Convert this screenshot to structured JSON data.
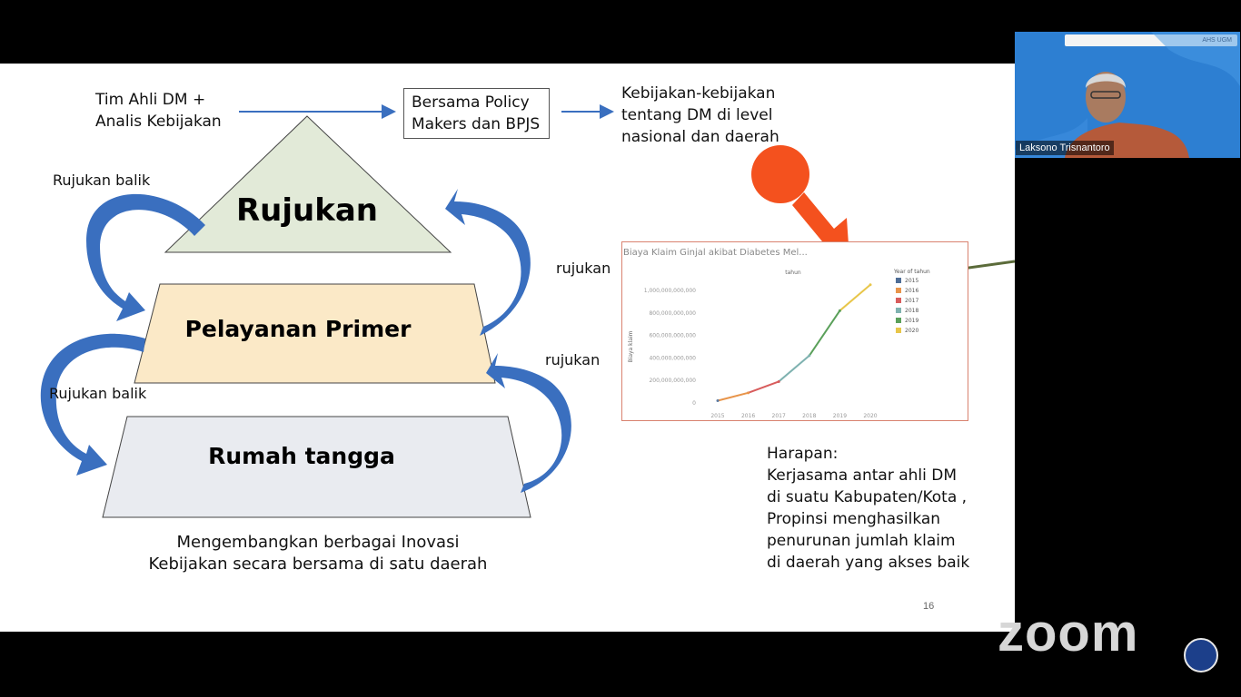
{
  "slide": {
    "top_left_label": [
      "Tim Ahli DM +",
      "Analis Kebijakan"
    ],
    "policy_box": [
      "Bersama Policy",
      "Makers dan BPJS"
    ],
    "policy_outcome": [
      "Kebijakan-kebijakan",
      "tentang DM di level",
      "nasional dan daerah"
    ],
    "pyramid": {
      "top": "Rujukan",
      "middle": "Pelayanan Primer",
      "bottom": "Rumah tangga"
    },
    "arrows": {
      "left_upper": "Rujukan balik",
      "left_lower": "Rujukan balik",
      "right_upper": "rujukan",
      "right_lower": "rujukan"
    },
    "bottom_text": [
      "Mengembangkan berbagai Inovasi",
      "Kebijakan secara bersama di satu daerah"
    ],
    "hope_text": [
      "Harapan:",
      "Kerjasama antar ahli DM",
      "di suatu Kabupaten/Kota ,",
      "Propinsi menghasilkan",
      "penurunan jumlah klaim",
      "di daerah yang akses baik"
    ],
    "page_number": "16"
  },
  "chart_data": {
    "type": "line",
    "title": "Biaya Klaim Ginjal akibat Diabetes Mel...",
    "xlabel": "tahun",
    "ylabel": "Biaya klaim",
    "x": [
      "2015",
      "2016",
      "2017",
      "2018",
      "2019",
      "2020"
    ],
    "y_ticks": [
      "0",
      "200,000,000,000",
      "400,000,000,000",
      "600,000,000,000",
      "800,000,000,000",
      "1,000,000,000,000"
    ],
    "ylim": [
      0,
      1000000000000
    ],
    "series": [
      {
        "values": [
          20000000000,
          90000000000,
          190000000000,
          420000000000,
          820000000000,
          1050000000000
        ]
      }
    ],
    "legend_title": "Year of tahun",
    "legend": [
      "2015",
      "2016",
      "2017",
      "2018",
      "2019",
      "2020"
    ],
    "legend_colors": [
      "#4e6d96",
      "#e8944a",
      "#d85c5c",
      "#7fb2b0",
      "#5aa05a",
      "#e8c64a"
    ],
    "line_colors": [
      "#5b7ba3",
      "#e8944a",
      "#d85c5c",
      "#7fb2b0",
      "#5aa05a",
      "#e8c64a"
    ],
    "grid": false,
    "legend_position": "top-right"
  },
  "video": {
    "banner": "AHS UGM",
    "participant_name": "Laksono Trisnantoro"
  },
  "branding": {
    "logo_text": "zoom"
  },
  "colors": {
    "arrow_blue": "#3a6fbf",
    "pyramid_top": "#e2ead8",
    "pyramid_middle": "#fbe9c7",
    "pyramid_bottom": "#e9ebf0",
    "orange_marker": "#f4511e",
    "video_bg": "#2d7fd2"
  }
}
